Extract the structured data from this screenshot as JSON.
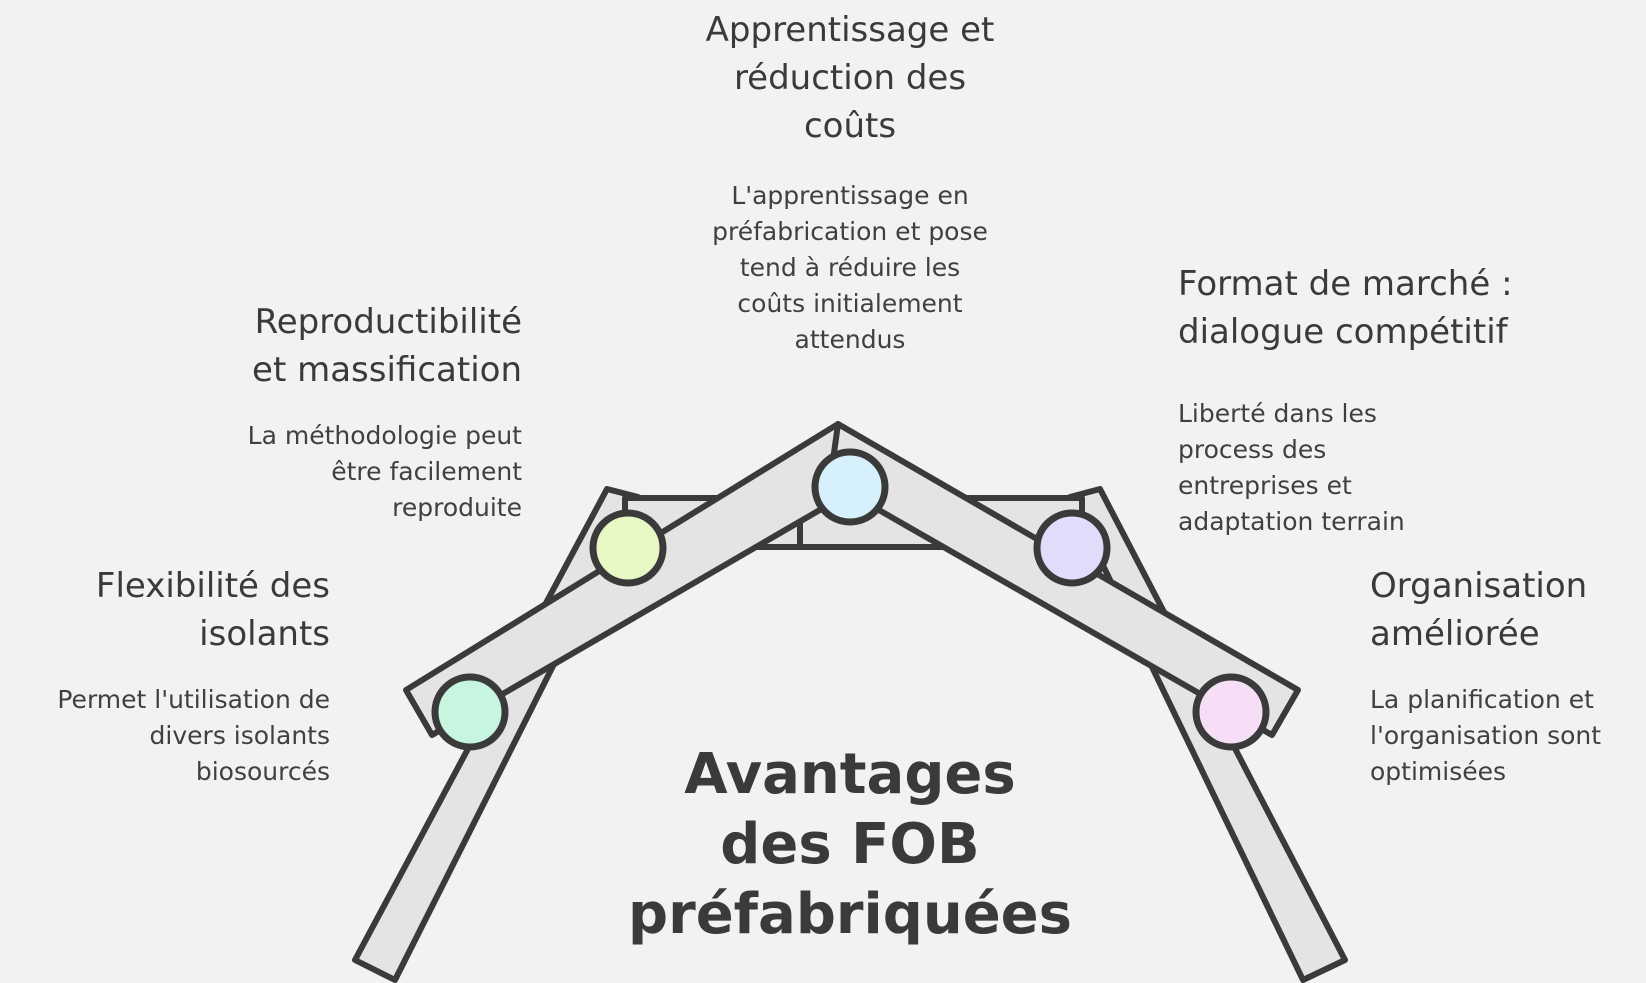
{
  "title": "Avantages\ndes FOB\npréfabriquées",
  "nodes": [
    {
      "id": "top",
      "heading": "Apprentissage et\nréduction des\ncoûts",
      "description": "L'apprentissage en\npréfabrication et pose\ntend à réduire les\ncoûts initialement\nattendus",
      "color": "#d6f1fb"
    },
    {
      "id": "upper-left",
      "heading": "Reproductibilité\net massification",
      "description": "La méthodologie peut\nêtre facilement\nreproduite",
      "color": "#e8f8c4"
    },
    {
      "id": "middle-left",
      "heading": "Flexibilité des\nisolants",
      "description": "Permet l'utilisation de\ndivers isolants\nbiosourcés",
      "color": "#c8f5e0"
    },
    {
      "id": "upper-right",
      "heading": "Format de marché :\ndialogue compétitif",
      "description": "Liberté dans les\nprocess des\nentreprises et\nadaptation terrain",
      "color": "#e2dcfa"
    },
    {
      "id": "middle-right",
      "heading": "Organisation\naméliorée",
      "description": "La planification et\nl'organisation sont\noptimisées",
      "color": "#f6def7"
    }
  ],
  "colors": {
    "background": "#f2f2f2",
    "beam_fill": "#e4e4e4",
    "stroke": "#3a3a3a"
  }
}
